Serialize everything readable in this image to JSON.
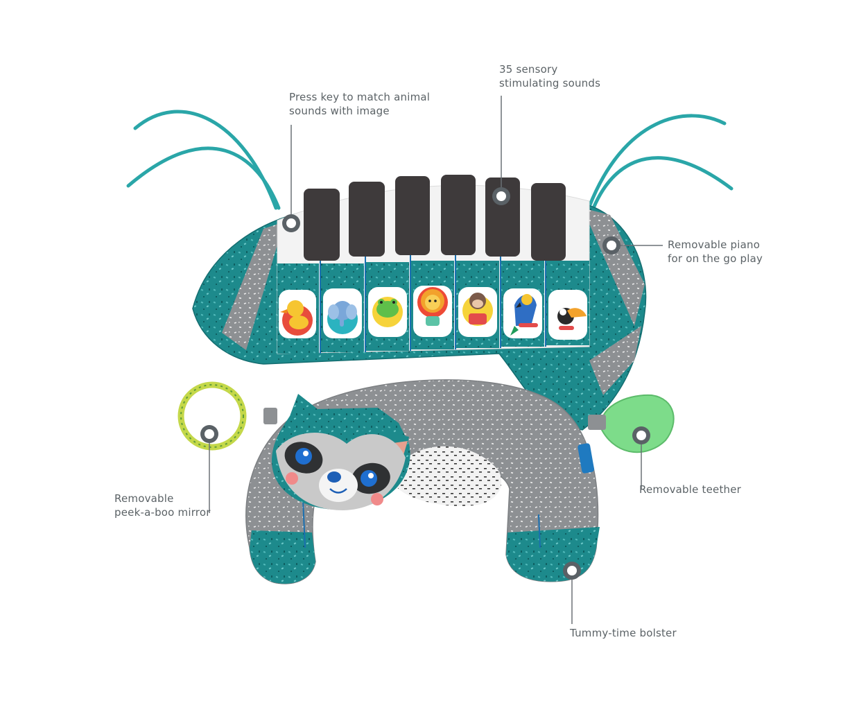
{
  "colors": {
    "teal": "#1d8a8c",
    "teal_dark": "#146d70",
    "grey": "#8e9194",
    "piano_key_black": "#3e3a3b",
    "piano_white": "#f3f3f3",
    "marker": "#5a6166",
    "text": "#5b6266",
    "ribbon": "#2aa6a8",
    "teether": "#7ddc8a",
    "mirror_ring": "#c4d84a"
  },
  "callouts": {
    "press_key": {
      "line1": "Press key to match animal",
      "line2": "sounds with image"
    },
    "sensory": {
      "line1": "35 sensory",
      "line2": "stimulating sounds"
    },
    "removable_piano": {
      "line1": "Removable piano",
      "line2": "for on the go play"
    },
    "mirror": {
      "line1": "Removable",
      "line2": "peek-a-boo mirror"
    },
    "teether": {
      "line1": "Removable teether"
    },
    "bolster": {
      "line1": "Tummy-time bolster"
    }
  },
  "piano": {
    "animal_icons": [
      "duck-icon",
      "elephant-icon",
      "frog-icon",
      "lion-icon",
      "monkey-icon",
      "parrot-icon",
      "toucan-icon"
    ]
  }
}
